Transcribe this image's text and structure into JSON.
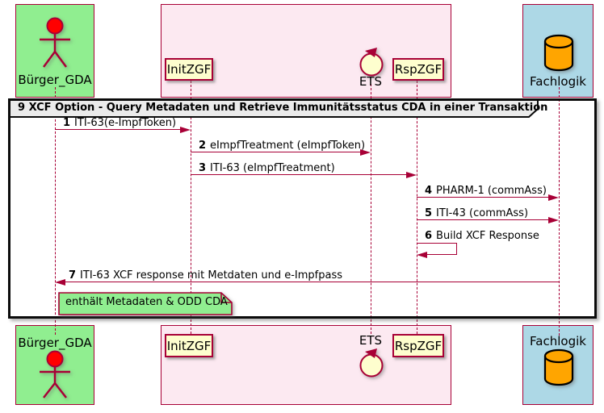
{
  "title": "9 XCF Option - Query Metadaten und Retrieve Immunitätsstatus CDA in einer Transaktion",
  "actors": {
    "buerger": "Bürger_GDA",
    "initzgf": "InitZGF",
    "ets": "ETS",
    "rspzgf": "RspZGF",
    "fachlogik": "Fachlogik"
  },
  "participant_types": {
    "buerger": "actor",
    "initzgf": "participant",
    "ets": "control",
    "rspzgf": "participant",
    "fachlogik": "database"
  },
  "messages": [
    {
      "num": "1",
      "text": "ITI-63(e-ImpfToken)",
      "from": "Bürger_GDA",
      "to": "InitZGF"
    },
    {
      "num": "2",
      "text": "eImpfTreatment (eImpfToken)",
      "from": "InitZGF",
      "to": "ETS"
    },
    {
      "num": "3",
      "text": "ITI-63 (eImpfTreatment)",
      "from": "InitZGF",
      "to": "RspZGF"
    },
    {
      "num": "4",
      "text": "PHARM-1 (commAss)",
      "from": "RspZGF",
      "to": "Fachlogik"
    },
    {
      "num": "5",
      "text": "ITI-43 (commAss)",
      "from": "RspZGF",
      "to": "Fachlogik"
    },
    {
      "num": "6",
      "text": "Build XCF Response",
      "from": "RspZGF",
      "to": "RspZGF"
    },
    {
      "num": "7",
      "text": "ITI-63 XCF response mit Metdaten und e-Impfpass",
      "from": "Fachlogik",
      "to": "Bürger_GDA"
    }
  ],
  "note": "enthält Metadaten & ODD CDA",
  "colors": {
    "line": "#A80036",
    "participant_fill": "#FEFECE",
    "actor_group_box": "#90EE90",
    "zgf_group_box": "#FCE9F1",
    "fachlogik_group_box": "#ADD8E6",
    "database_icon": "#FFA500",
    "actor_head": "#FF0000",
    "note_fill": "#90EE90",
    "frame_title_bg": "#EBEBEB"
  }
}
